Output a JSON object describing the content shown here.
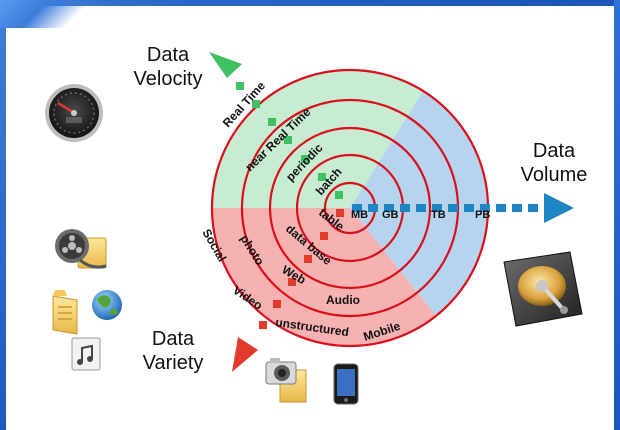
{
  "labels": {
    "velocity_line1": "Data",
    "velocity_line2": "Velocity",
    "volume_line1": "Data",
    "volume_line2": "Volume",
    "variety_line1": "Data",
    "variety_line2": "Variety"
  },
  "velocity_rings": [
    "Real Time",
    "near Real Time",
    "periodic",
    "batch"
  ],
  "volume_units": [
    "MB",
    "GB",
    "TB",
    "PB"
  ],
  "variety_rings": [
    "table",
    "data base",
    "photo",
    "Web",
    "Audio",
    "Social",
    "Video",
    "unstructured",
    "Mobile"
  ],
  "colors": {
    "velocity_sector": "#c8ecd2",
    "volume_sector": "#b7d4ef",
    "variety_sector": "#f6b1b1",
    "ring_stroke": "#d9101c",
    "velocity_arrow": "#40c060",
    "volume_arrow": "#1d86c6",
    "variety_arrow": "#e23a2c"
  },
  "icons": [
    "speedometer-icon",
    "film-reel-icon",
    "folder-icon",
    "globe-icon",
    "music-file-icon",
    "camera-icon",
    "phone-icon",
    "hard-drive-icon"
  ]
}
